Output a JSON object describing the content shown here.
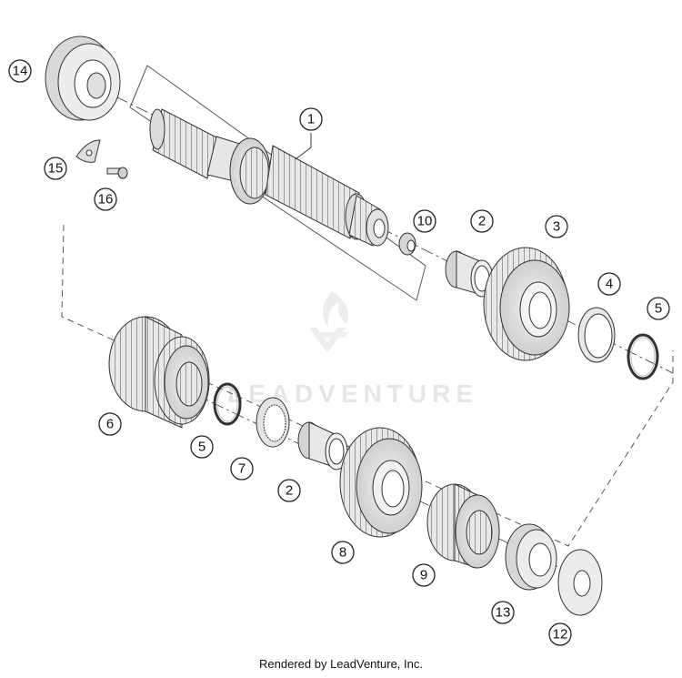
{
  "diagram": {
    "callouts": [
      {
        "id": "c14",
        "label": "14"
      },
      {
        "id": "c1",
        "label": "1"
      },
      {
        "id": "c15",
        "label": "15"
      },
      {
        "id": "c16",
        "label": "16"
      },
      {
        "id": "c10",
        "label": "10"
      },
      {
        "id": "c2a",
        "label": "2"
      },
      {
        "id": "c3",
        "label": "3"
      },
      {
        "id": "c4",
        "label": "4"
      },
      {
        "id": "c5a",
        "label": "5"
      },
      {
        "id": "c6",
        "label": "6"
      },
      {
        "id": "c5b",
        "label": "5"
      },
      {
        "id": "c7",
        "label": "7"
      },
      {
        "id": "c2b",
        "label": "2"
      },
      {
        "id": "c8",
        "label": "8"
      },
      {
        "id": "c9",
        "label": "9"
      },
      {
        "id": "c13",
        "label": "13"
      },
      {
        "id": "c12",
        "label": "12"
      }
    ]
  },
  "watermark": {
    "text": "LEADVENTURE"
  },
  "footer": {
    "text": "Rendered by LeadVenture, Inc."
  }
}
